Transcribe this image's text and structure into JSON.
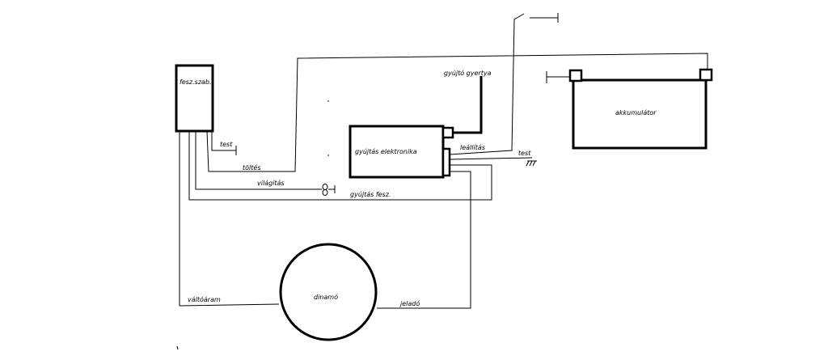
{
  "diagram": {
    "labels": {
      "regulator": "fesz.szab.",
      "ignition_electronics": "gyújtás elektronika",
      "spark_plug": "gyújtó gyertya",
      "battery": "akkumulátor",
      "dynamo": "dinamó",
      "ground_regulator": "test",
      "charging": "töltés",
      "lighting": "világítás",
      "ignition_supply": "gyújtás fesz.",
      "kill_switch": "leállítás",
      "ground_ignition": "test",
      "alternating_current": "váltóáram",
      "pickup": "jeladó"
    }
  }
}
